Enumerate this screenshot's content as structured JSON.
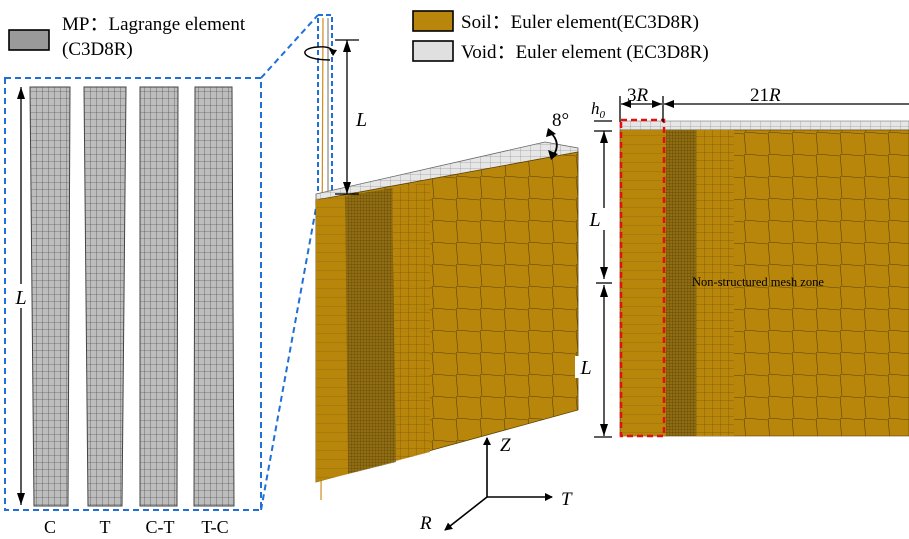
{
  "legend": {
    "mp_name": "MP",
    "mp_desc_line1": "Lagrange element",
    "mp_desc_line2": "(C3D8R)",
    "soil_name": "Soil",
    "soil_desc": "Euler element(EC3D8R)",
    "void_name": "Void",
    "void_desc": "Euler element (EC3D8R)",
    "separator": "："
  },
  "colors": {
    "soil": "#b8860b",
    "void": "#dddddd",
    "mp_swatch": "#9a9a9a",
    "blue_dash": "#1f6fd6",
    "red_dash": "#e01010",
    "mesh_line": "#5a4206"
  },
  "piles": {
    "labels": [
      "C",
      "T",
      "C-T",
      "T-C"
    ],
    "length_label": "L"
  },
  "model3d": {
    "length_label": "L",
    "angle_label": "8°"
  },
  "axes": {
    "z": "Z",
    "t": "T",
    "r": "R"
  },
  "section": {
    "h0": "h",
    "h0_sub": "0",
    "width_small_num": "3",
    "width_small_var": "R",
    "width_large_num": "21",
    "width_large_var": "R",
    "upper_length": "L",
    "lower_length": "L",
    "zone_label": "Non-structured mesh zone"
  }
}
